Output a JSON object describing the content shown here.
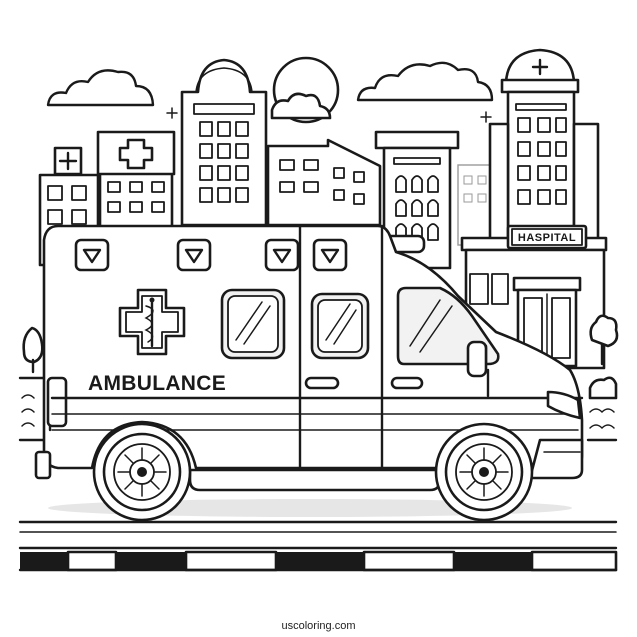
{
  "vehicle": {
    "side_label": "AMBULANCE",
    "emblem_icon": "star-of-life-icon"
  },
  "hospital": {
    "sign_label": "HASPITAL",
    "dome_icon": "medical-cross-icon"
  },
  "buildings": {
    "sign_icon": "medical-cross-icon"
  },
  "footer": {
    "credit": "uscoloring.com"
  },
  "colors": {
    "ink": "#1a1a1a",
    "paper": "#ffffff"
  }
}
